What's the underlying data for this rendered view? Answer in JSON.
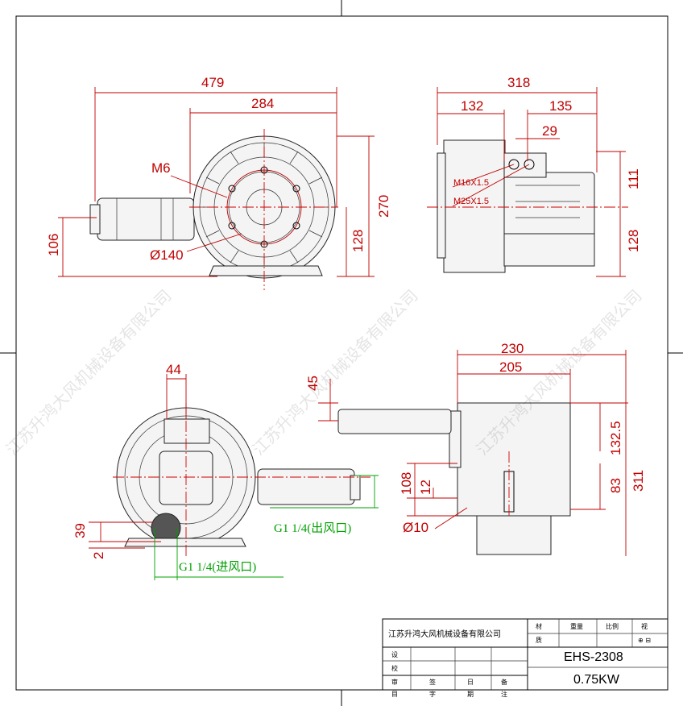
{
  "drawing": {
    "top_view": {
      "dims": {
        "overall_width": "479",
        "flange_width": "284",
        "height": "270",
        "center_height": "128",
        "foot_height": "106"
      },
      "labels": {
        "bolt": "M6",
        "bolt_circle": "Ø140"
      }
    },
    "side_view": {
      "dims": {
        "depth": "318",
        "left_part": "132",
        "right_part": "135",
        "box_offset": "29",
        "box_height": "111",
        "center_height": "128"
      },
      "labels": {
        "gland_large": "M16X1.5",
        "gland_small": "M25X1.5"
      }
    },
    "front_view": {
      "dims": {
        "flange_offset": "44",
        "foot_39": "39",
        "foot_2": "2"
      },
      "labels": {
        "outlet": "G1 1/4(出风口)",
        "inlet": "G1 1/4(进风口)"
      }
    },
    "end_view": {
      "dims": {
        "width_230": "230",
        "width_205": "205",
        "top_45": "45",
        "h_132_5": "132.5",
        "h_311": "311",
        "h_83": "83",
        "h_108": "108",
        "h_12": "12"
      },
      "labels": {
        "hole": "Ø10"
      }
    },
    "watermark": "江苏升鸿大风机械设备有限公司"
  },
  "title_block": {
    "company": "江苏升鸿大风机械设备有限公司",
    "hdr_material": "材",
    "hdr_material2": "质",
    "hdr_weight": "重量",
    "hdr_scale": "比例",
    "hdr_view": "视",
    "view_symbol": "⊕ ⊟",
    "row_design": "设",
    "row_check": "校",
    "row_review": "审",
    "foot_1": "目",
    "foot_2": "签",
    "foot_2b": "字",
    "foot_3": "日",
    "foot_3b": "期",
    "foot_4": "备",
    "foot_4b": "注",
    "model": "EHS-2308",
    "power": "0.75KW"
  }
}
